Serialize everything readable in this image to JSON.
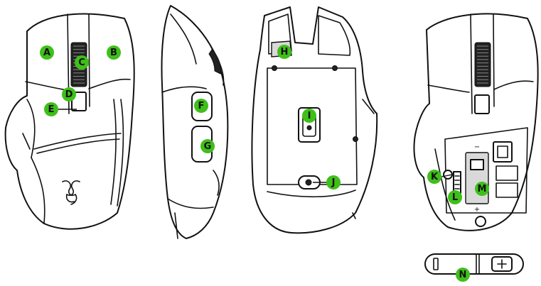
{
  "accent_color": "#3fbf1a",
  "callouts": {
    "a": "A",
    "b": "B",
    "c": "C",
    "d": "D",
    "e": "E",
    "f": "F",
    "g": "G",
    "h": "H",
    "i": "I",
    "j": "J",
    "k": "K",
    "l": "L",
    "m": "M",
    "n": "N"
  },
  "icons": {
    "battery": "battery-icon",
    "logo": "razer-snake-logo-icon",
    "scroll_wheel": "scroll-wheel-icon"
  }
}
